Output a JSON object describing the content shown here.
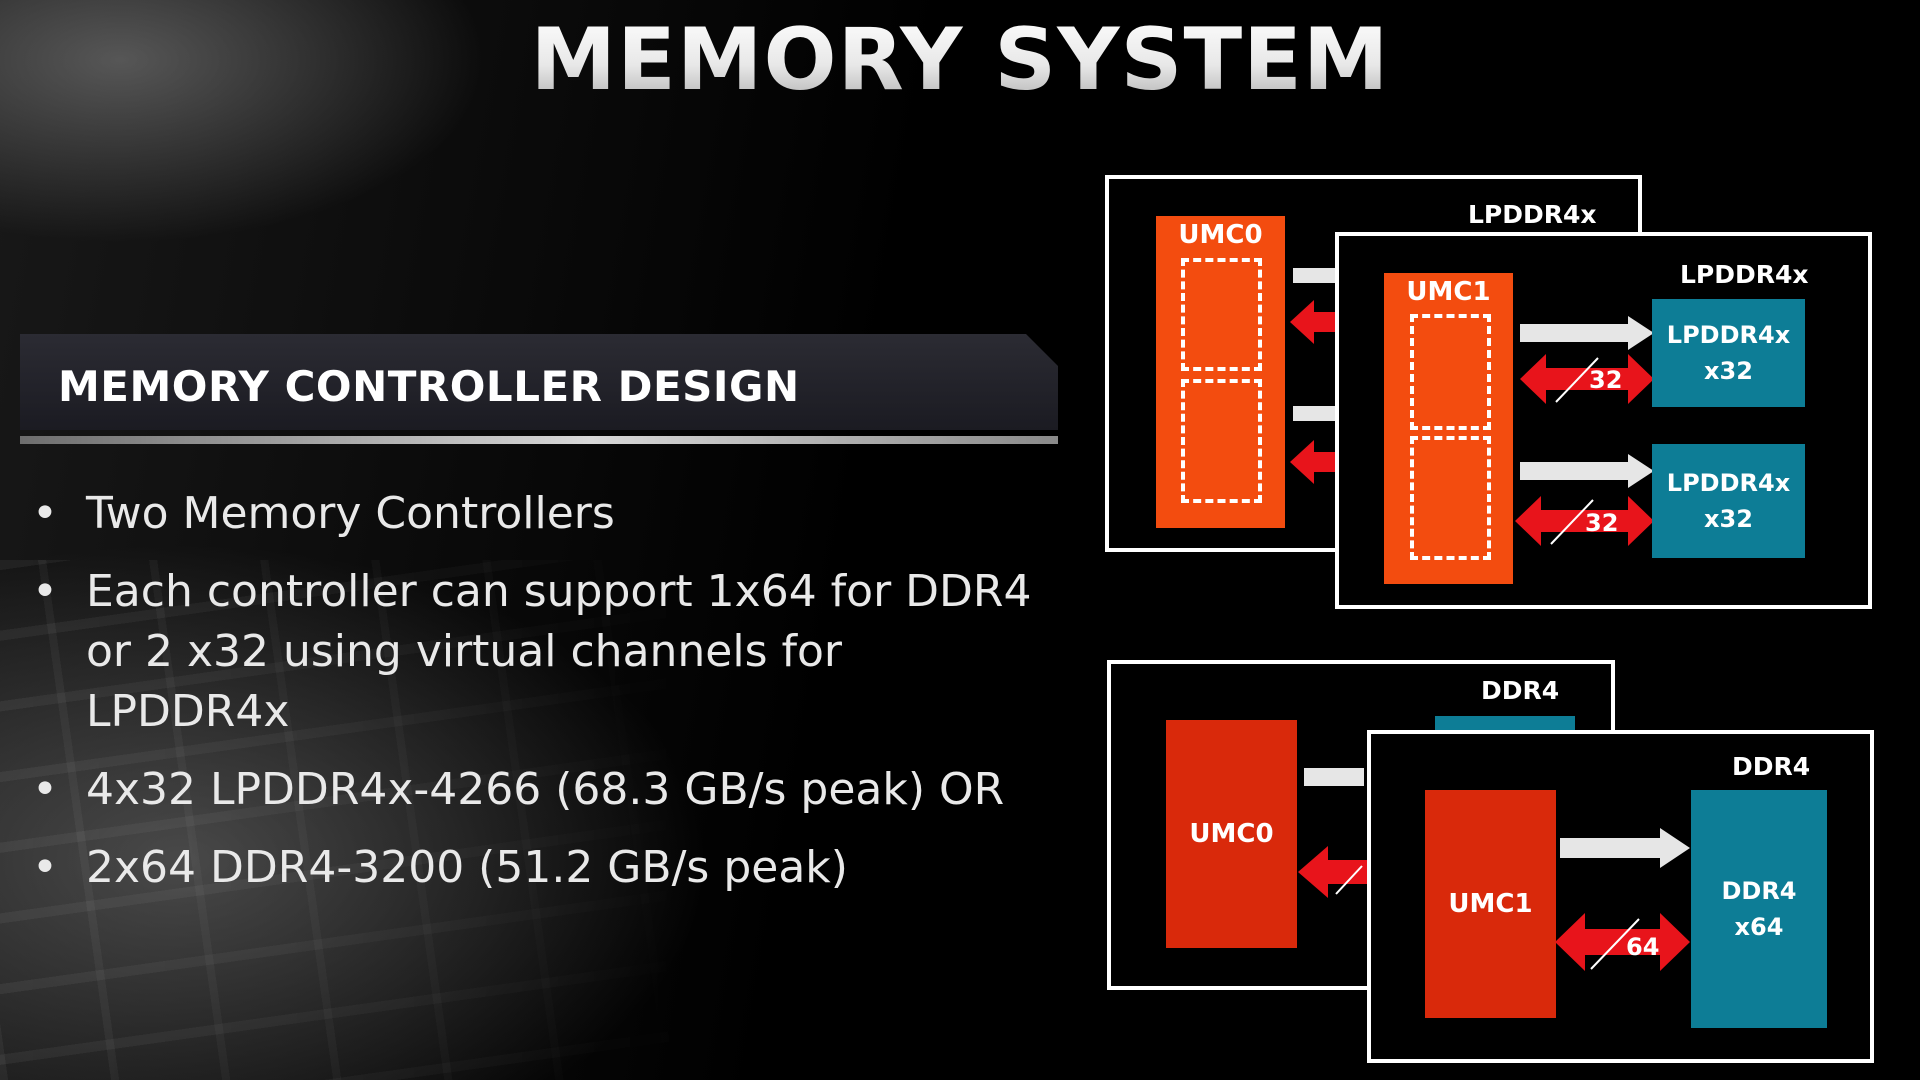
{
  "title": "MEMORY SYSTEM",
  "section_header": "MEMORY CONTROLLER DESIGN",
  "bullets": [
    "Two Memory Controllers",
    "Each controller can support 1x64 for DDR4 or 2 x32 using virtual channels for LPDDR4x",
    "4x32 LPDDR4x-4266 (68.3 GB/s peak) OR",
    "2x64 DDR4-3200 (51.2 GB/s peak)"
  ],
  "bullet_glyph": "•",
  "lpddr4x_diagram": {
    "back_panel": {
      "label": "LPDDR4x",
      "controller": "UMC0"
    },
    "front_panel": {
      "label": "LPDDR4x",
      "controller": "UMC1",
      "channels": [
        {
          "memory_line1": "LPDDR4x",
          "memory_line2": "x32",
          "bus_width": "32"
        },
        {
          "memory_line1": "LPDDR4x",
          "memory_line2": "x32",
          "bus_width": "32"
        }
      ]
    }
  },
  "ddr4_diagram": {
    "back_panel": {
      "label": "DDR4",
      "controller": "UMC0"
    },
    "front_panel": {
      "label": "DDR4",
      "controller": "UMC1",
      "memory_line1": "DDR4",
      "memory_line2": "x64",
      "bus_width": "64"
    }
  },
  "colors": {
    "controller_orange": "#f34c0f",
    "controller_red": "#d9290b",
    "memory_teal": "#0d7d96",
    "data_arrow_red": "#e8141b",
    "command_arrow_gray": "#e6e6e6",
    "panel_border": "#ffffff"
  }
}
